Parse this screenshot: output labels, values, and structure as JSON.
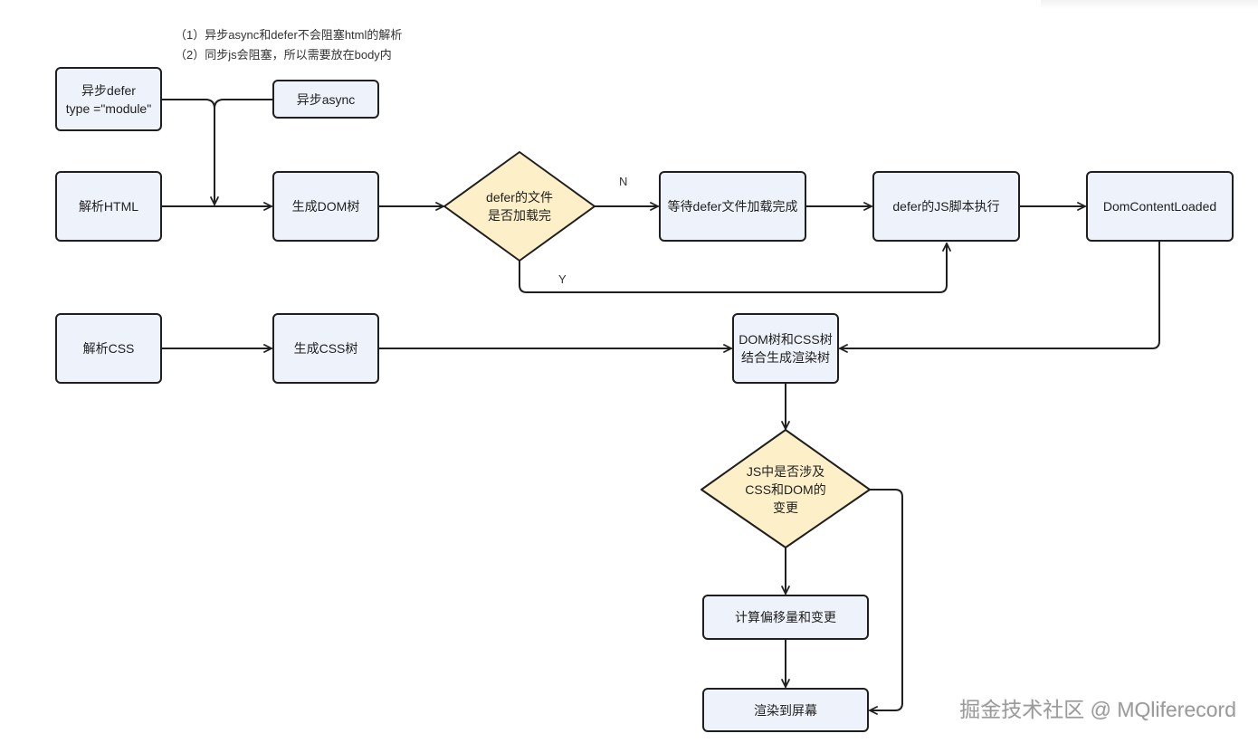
{
  "notes": [
    "（1）异步async和defer不会阻塞html的解析",
    "（2）同步js会阻塞，所以需要放在body内"
  ],
  "nodes": {
    "defer_module": {
      "line1": "异步defer",
      "line2": "type =\"module\""
    },
    "async": "异步async",
    "parse_html": "解析HTML",
    "dom_tree": "生成DOM树",
    "defer_loaded": {
      "line1": "defer的文件",
      "line2": "是否加载完"
    },
    "wait_defer": "等待defer文件加载完成",
    "defer_exec": "defer的JS脚本执行",
    "dcl": "DomContentLoaded",
    "parse_css": "解析CSS",
    "css_tree": "生成CSS树",
    "render_tree": {
      "line1": "DOM树和CSS树",
      "line2": "结合生成渲染树"
    },
    "js_change": {
      "line1": "JS中是否涉及",
      "line2": "CSS和DOM的",
      "line3": "变更"
    },
    "layout": "计算偏移量和变更",
    "paint": "渲染到屏幕"
  },
  "edge_labels": {
    "no": "N",
    "yes": "Y"
  },
  "watermark": "掘金技术社区 @ MQliferecord",
  "colors": {
    "background": "#ffffff",
    "box_fill": "#eef2fb",
    "diamond_fill": "#fdefc7",
    "stroke": "#1f1f1f"
  }
}
